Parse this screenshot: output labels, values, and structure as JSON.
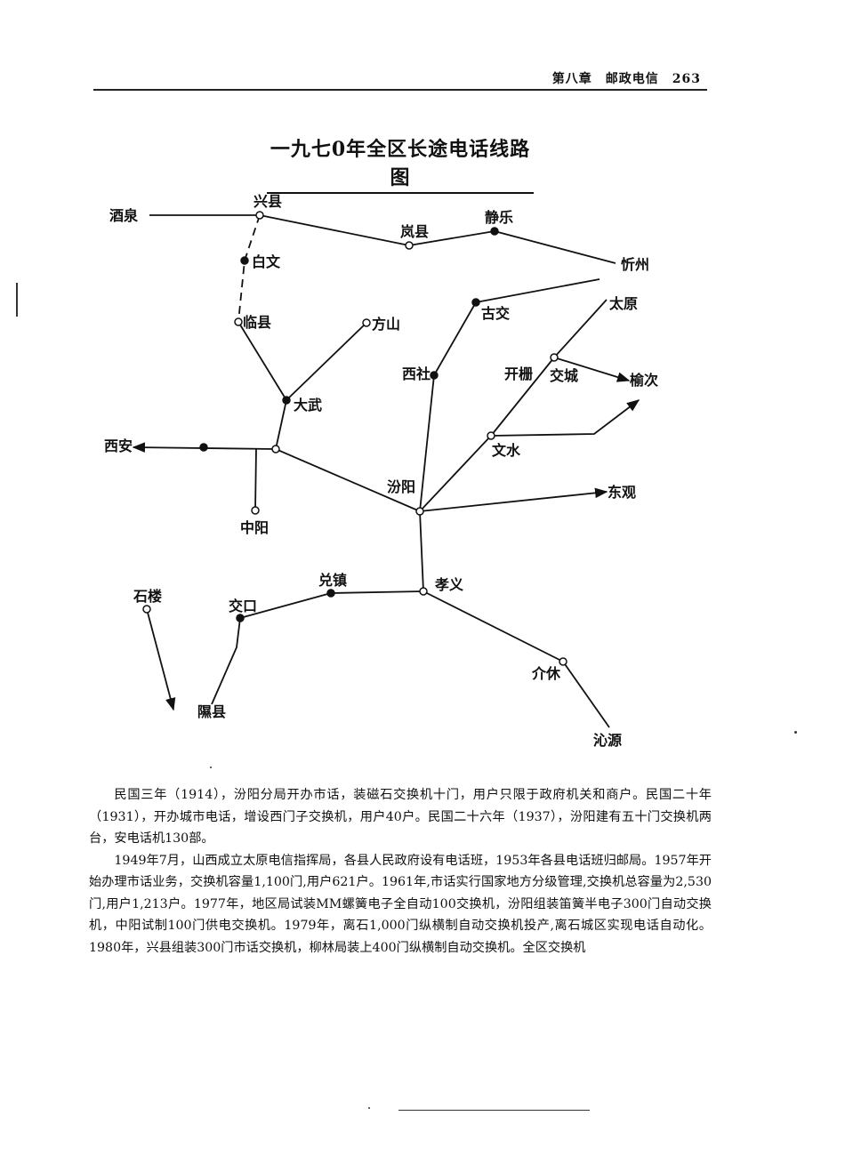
{
  "header": {
    "text": "第八章　邮政电信　263"
  },
  "map": {
    "title": "一九七0年全区长途电话线路图",
    "labels": {
      "jiuquan": "酒泉",
      "xingxian": "兴县",
      "lanxian": "岚县",
      "jingle": "静乐",
      "xinzhou": "忻州",
      "baiwen": "白文",
      "linxian": "临县",
      "fangshan": "方山",
      "dawu": "大武",
      "gujiao": "古交",
      "taiyuan": "太原",
      "xishe": "西社",
      "kaizha": "开栅",
      "jiaocheng": "交城",
      "yuci": "榆次",
      "xian": "西安",
      "wenshui": "文水",
      "fenyang": "汾阳",
      "dongguan": "东观",
      "zhongyang": "中阳",
      "shilou": "石楼",
      "jiaokou": "交口",
      "duizhen": "兑镇",
      "xiaoyi": "孝义",
      "xixian": "隰县",
      "jiexiu": "介休",
      "yuanyuan": "沁源"
    }
  },
  "body": {
    "paragraphs": [
      "民国三年（1914），汾阳分局开办市话，装磁石交换机十门，用户只限于政府机关和商户。民国二十年（1931），开办城市电话，增设西门子交换机，用户40户。民国二十六年（1937），汾阳建有五十门交换机两台，安电话机130部。",
      "1949年7月，山西成立太原电信指挥局，各县人民政府设有电话班，1953年各县电话班归邮局。1957年开始办理市话业务，交换机容量1,100门,用户621户。1961年,市话实行国家地方分级管理,交换机总容量为2,530门,用户1,213户。1977年，地区局试装MM螺簧电子全自动100交换机，汾阳组装笛簧半电子300门自动交换机，中阳试制100门供电交换机。1979年，离石1,000门纵横制自动交换机投产,离石城区实现电话自动化。1980年，兴县组装300门市话交换机，柳林局装上400门纵横制自动交换机。全区交换机"
    ]
  }
}
